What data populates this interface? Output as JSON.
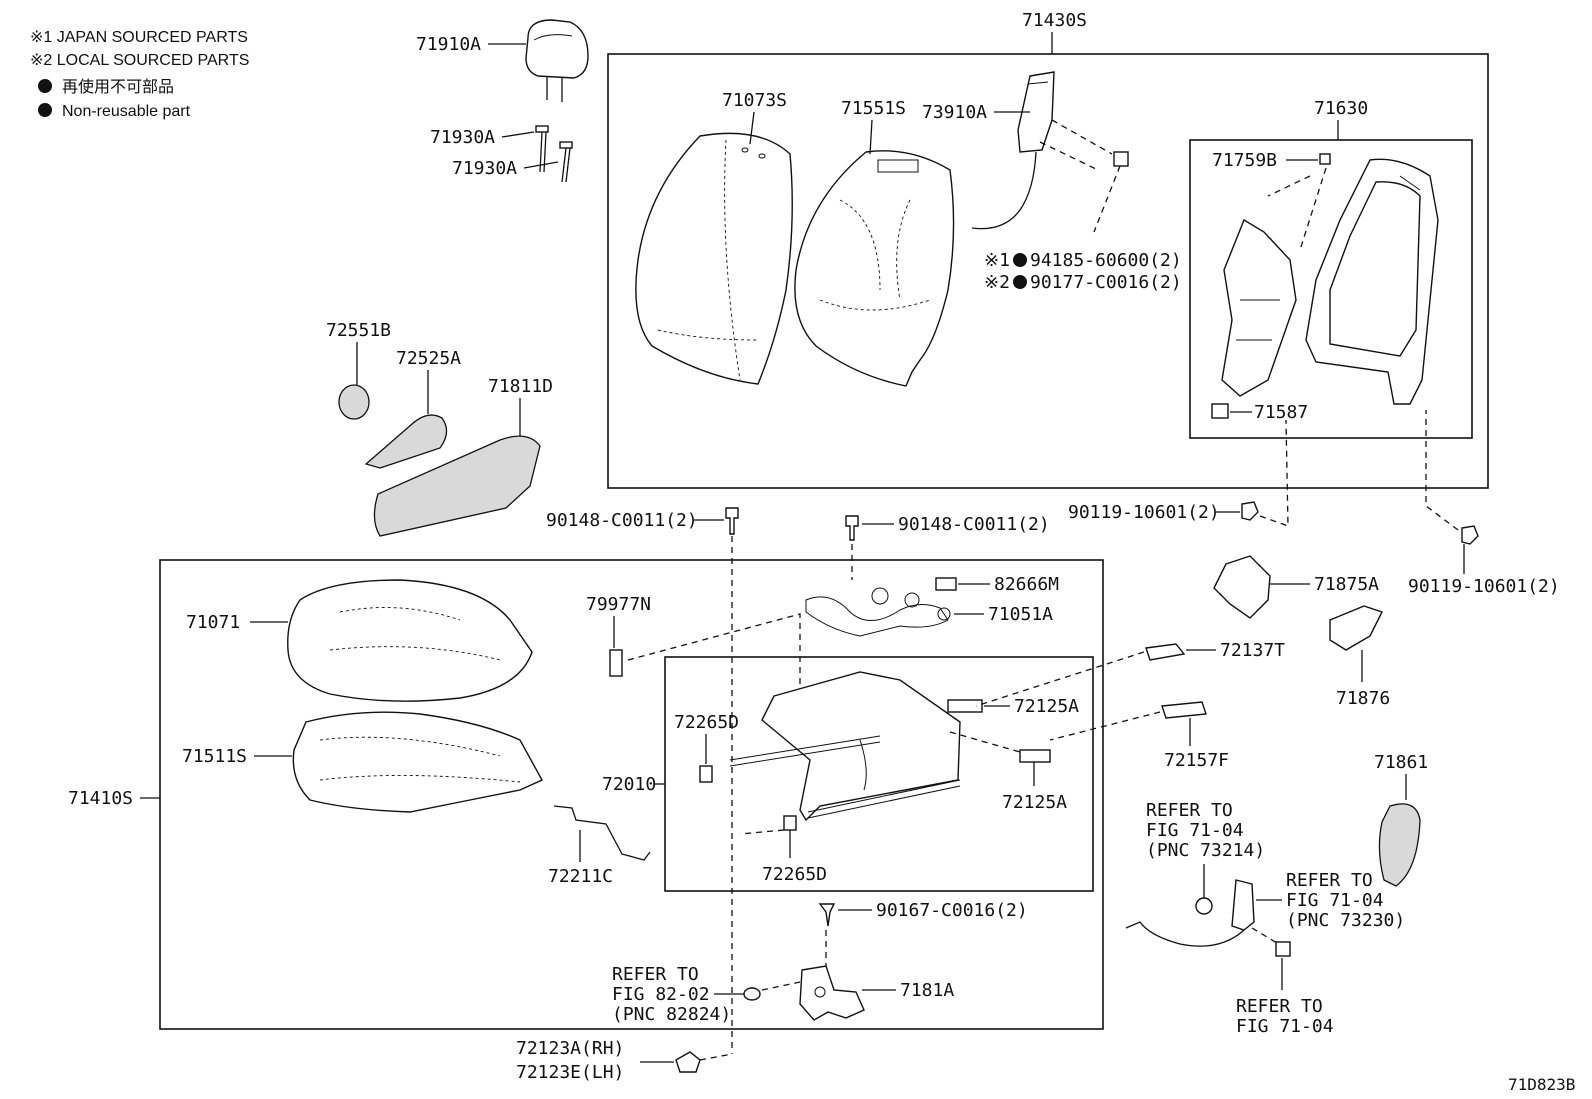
{
  "legend": {
    "japan": "※1 JAPAN SOURCED PARTS",
    "local": "※2 LOCAL SOURCED PARTS",
    "nonreuse_jp": "再使用不可部品",
    "nonreuse_en": "Non-reusable part"
  },
  "labels": {
    "p71430S": "71430S",
    "p71910A": "71910A",
    "p71930A_1": "71930A",
    "p71930A_2": "71930A",
    "p71073S": "71073S",
    "p71551S": "71551S",
    "p73910A": "73910A",
    "p71630": "71630",
    "p71759B": "71759B",
    "p94185": "94185-60600(2)",
    "p90177": "90177-C0016(2)",
    "p94185_mark": "※1",
    "p90177_mark": "※2",
    "p71587": "71587",
    "p72551B": "72551B",
    "p72525A": "72525A",
    "p71811D": "71811D",
    "p90148_1": "90148-C0011(2)",
    "p90148_2": "90148-C0011(2)",
    "p90119_1": "90119-10601(2)",
    "p90119_2": "90119-10601(2)",
    "p82666M": "82666M",
    "p71051A": "71051A",
    "p79977N": "79977N",
    "p71071": "71071",
    "p71875A": "71875A",
    "p72137T": "72137T",
    "p71876": "71876",
    "p72265D_1": "72265D",
    "p72125A_1": "72125A",
    "p72157F": "72157F",
    "p71511S": "71511S",
    "p71410S": "71410S",
    "p72010": "72010",
    "p72125A_2": "72125A",
    "p71861": "71861",
    "p72211C": "72211C",
    "p72265D_2": "72265D",
    "p90167": "90167-C0016(2)",
    "p7181A": "7181A",
    "p72123A": "72123A(RH)",
    "p72123E": "72123E(LH)"
  },
  "refs": {
    "r73214": [
      "REFER TO",
      "FIG 71-04",
      "(PNC 73214)"
    ],
    "r73230": [
      "REFER TO",
      "FIG 71-04",
      "(PNC 73230)"
    ],
    "r7104": [
      "REFER TO",
      "FIG 71-04"
    ],
    "r82824": [
      "REFER TO",
      "FIG 82-02",
      "(PNC 82824)"
    ]
  },
  "figure_id": "71D823B"
}
